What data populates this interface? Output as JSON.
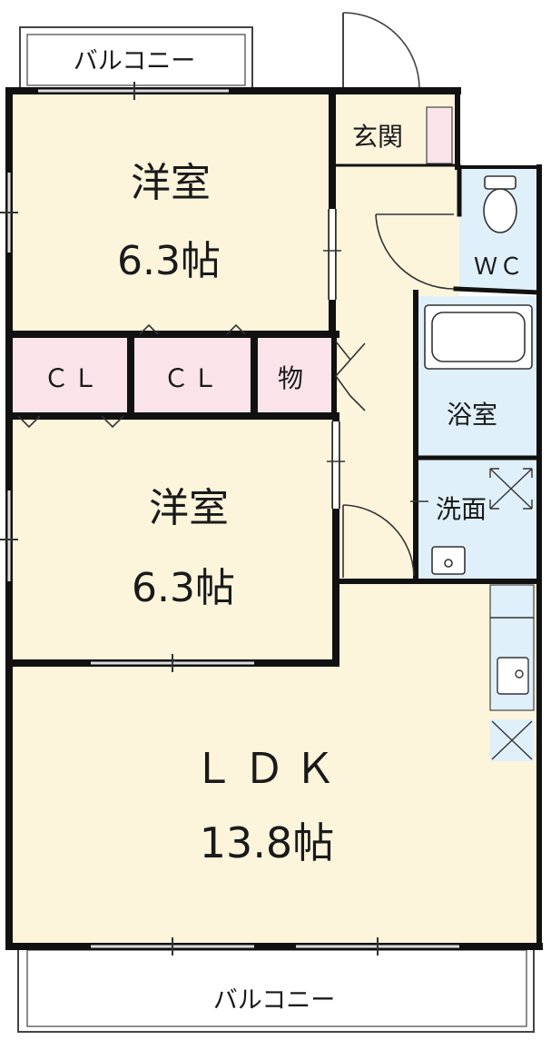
{
  "colors": {
    "room_fill": "#fcf5dc",
    "closet_fill": "#fbe3ea",
    "wet_fill": "#dff0fb",
    "wall": "#111111",
    "outline": "#444444"
  },
  "rooms": {
    "bedroom1": {
      "name": "洋室",
      "size": "6.3帖"
    },
    "bedroom2": {
      "name": "洋室",
      "size": "6.3帖"
    },
    "ldk": {
      "name": "ＬＤＫ",
      "size": "13.8帖"
    },
    "closet1": "ＣＬ",
    "closet2": "ＣＬ",
    "storage": "物",
    "entrance": "玄関",
    "wc": "ＷＣ",
    "bath": "浴室",
    "washroom": "洗面"
  },
  "balcony_top": "バルコニー",
  "balcony_bottom": "バルコニー"
}
